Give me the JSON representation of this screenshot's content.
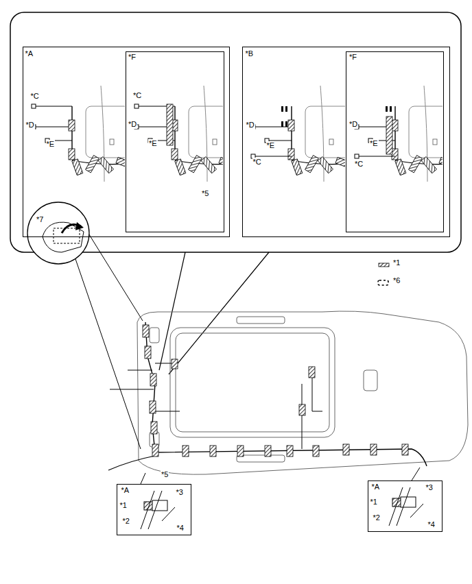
{
  "diagram": {
    "nodes": [
      {
        "text": [
          "*A",
          "*C",
          "*D",
          "*E"
        ]
      },
      {
        "text": [
          "*F",
          "*C",
          "*D",
          "*E"
        ],
        "in": 0
      },
      {
        "text": [
          "*B",
          "*D",
          "*E",
          "*C"
        ]
      },
      {
        "text": [
          "*F",
          "*D",
          "*E",
          "*C"
        ],
        "in": 2
      },
      {
        "text": [
          "*A",
          "*1",
          "*3",
          "*2",
          "*4"
        ]
      },
      {
        "text": [
          "*A",
          "*1",
          "*3",
          "*2",
          "*4"
        ]
      }
    ],
    "labels": [
      "*7",
      "*5",
      "*5"
    ],
    "legend": [
      {
        "text": "*1"
      },
      {
        "text": "*6"
      }
    ]
  }
}
